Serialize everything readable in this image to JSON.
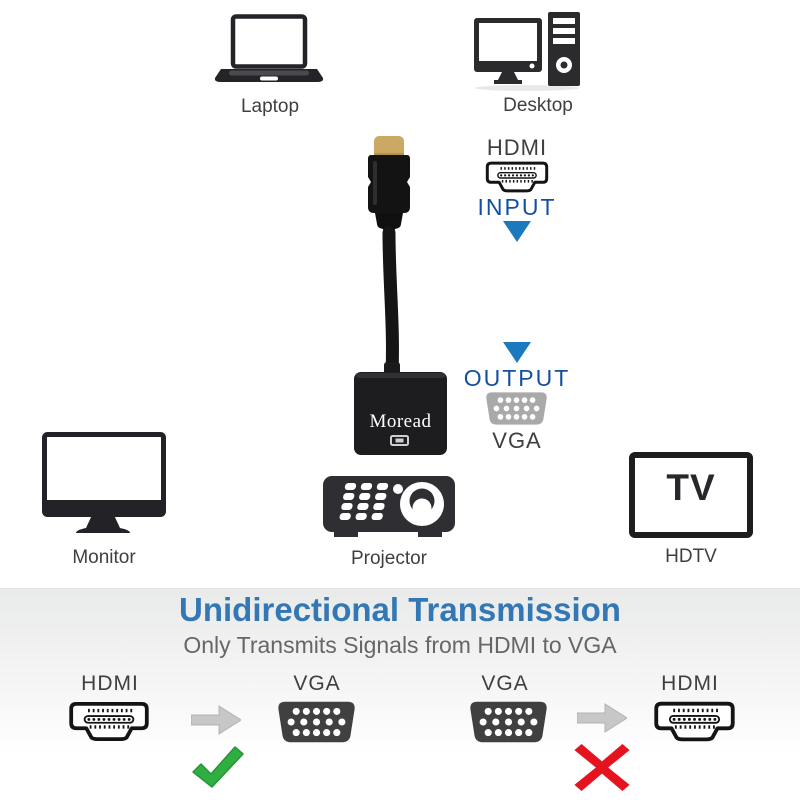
{
  "top_devices": {
    "laptop": {
      "label": "Laptop"
    },
    "desktop": {
      "label": "Desktop"
    }
  },
  "flow": {
    "input_port": "HDMI",
    "input_label": "INPUT",
    "output_label": "OUTPUT",
    "output_port": "VGA",
    "adapter_brand": "Moread"
  },
  "bottom_devices": {
    "monitor": {
      "label": "Monitor"
    },
    "projector": {
      "label": "Projector"
    },
    "tv": {
      "label": "HDTV",
      "screen_text": "TV"
    }
  },
  "banner": {
    "title": "Unidirectional Transmission",
    "subtitle": "Only Transmits Signals from HDMI to VGA"
  },
  "comparison": {
    "allowed": {
      "from": "HDMI",
      "to": "VGA",
      "result": "check"
    },
    "blocked": {
      "from": "VGA",
      "to": "HDMI",
      "result": "cross"
    }
  },
  "colors": {
    "title_blue": "#3477b5",
    "io_blue": "#15509e",
    "arrow_blue": "#1b79bd",
    "check_green": "#2fae41",
    "cross_red": "#e5131f",
    "icon_dark": "#2b2b2e",
    "vga_gray": "#a9a9a9",
    "vga_dark": "#404040",
    "hdmi_gold": "#c9a963"
  }
}
